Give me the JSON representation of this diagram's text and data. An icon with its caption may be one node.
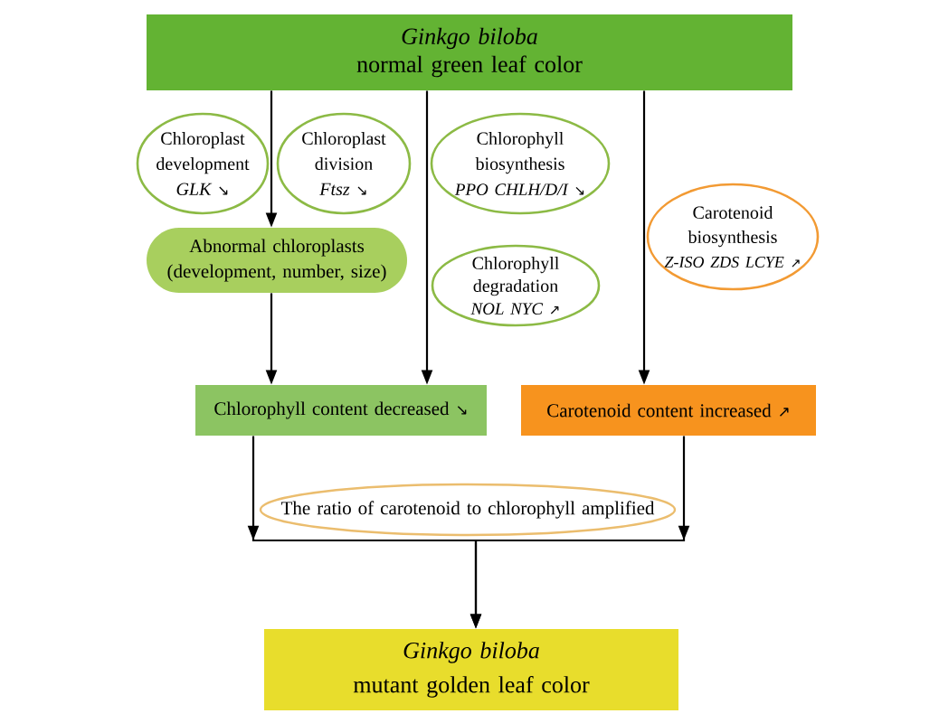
{
  "diagram": {
    "nodes": [
      {
        "text": [
          "Ginkgo biloba",
          "normal green leaf color"
        ]
      },
      {
        "text": [
          "Chloroplast development",
          "GLK ↘"
        ]
      },
      {
        "text": [
          "Chloroplast division",
          "Ftsz ↘"
        ]
      },
      {
        "text": [
          "Chlorophyll biosynthesis",
          "PPO CHLH/D/I ↘"
        ]
      },
      {
        "text": [
          "Carotenoid biosynthesis",
          "Z-ISO ZDS LCYE ↗"
        ]
      },
      {
        "text": [
          "Abnormal chloroplasts",
          "(development, number, size)"
        ]
      },
      {
        "text": [
          "Chlorophyll degradation",
          "NOL NYC ↗"
        ]
      },
      {
        "text": [
          "Chlorophyll content decreased ↘"
        ]
      },
      {
        "text": [
          "Carotenoid content increased ↗"
        ]
      },
      {
        "text": [
          "The ratio of carotenoid to chlorophyll amplified"
        ]
      },
      {
        "text": [
          "Ginkgo biloba",
          "mutant golden leaf color"
        ]
      }
    ],
    "edges": [
      {
        "from": 0,
        "to": 5,
        "arrow": "to"
      },
      {
        "from": 5,
        "to": 7,
        "arrow": "to"
      },
      {
        "from": 0,
        "to": 7,
        "arrow": "to"
      },
      {
        "from": 0,
        "to": 8,
        "arrow": "to"
      },
      {
        "from": 7,
        "to": 10,
        "arrow": "to"
      },
      {
        "from": 8,
        "to": 10,
        "arrow": "to"
      }
    ]
  }
}
